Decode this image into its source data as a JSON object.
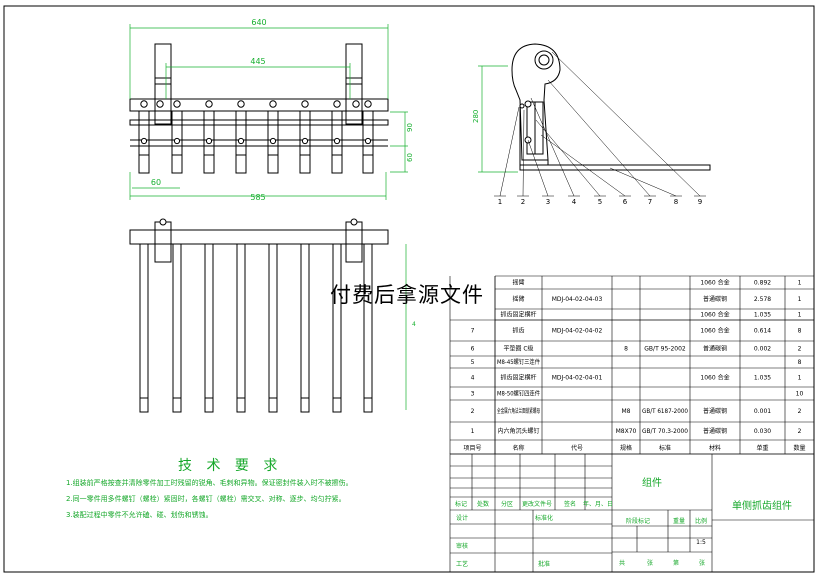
{
  "dims": {
    "overall_width": "640",
    "inner_width": "445",
    "upper_height": "90",
    "lower_height": "60",
    "left_offset": "60",
    "bottom_width": "585",
    "side_height": "280",
    "plan_height": "4"
  },
  "balloons": [
    "1",
    "2",
    "3",
    "4",
    "5",
    "6",
    "7",
    "8",
    "9"
  ],
  "watermark": "付费后拿源文件",
  "requirements": {
    "title": "技 术 要 求",
    "lines": [
      "1.组装前严格按查并清除零件加工时残留的锐角、毛刺和异物。保证密封件装入时不被擦伤。",
      "2.同一零件用多件螺钉（螺栓）紧固时，各螺钉（螺栓）需交叉、对称、逐步、均匀拧紧。",
      "3.装配过程中零件不允许磕、碰、划伤和锈蚀。"
    ]
  },
  "bom": {
    "rows": [
      {
        "no": "",
        "name": "摇臂",
        "code": "",
        "spec": "",
        "std": "",
        "mat": "1060 合金",
        "wt": "0.892",
        "qty": "1"
      },
      {
        "no": "",
        "name": "摇臂",
        "code": "MDJ-04-02-04-03",
        "spec": "",
        "std": "",
        "mat": "普通碳钢",
        "wt": "2.578",
        "qty": "1"
      },
      {
        "no": "",
        "name": "抓齿固定横杆",
        "code": "",
        "spec": "",
        "std": "",
        "mat": "1060 合金",
        "wt": "1.035",
        "qty": "1"
      },
      {
        "no": "7",
        "name": "抓齿",
        "code": "MDJ-04-02-04-02",
        "spec": "",
        "std": "",
        "mat": "1060 合金",
        "wt": "0.614",
        "qty": "8"
      },
      {
        "no": "6",
        "name": "平垫圈 C级",
        "code": "",
        "spec": "8",
        "std": "GB/T 95-2002",
        "mat": "普通碳钢",
        "wt": "0.002",
        "qty": "2"
      },
      {
        "no": "5",
        "name": "M8-45螺钉三连件",
        "code": "",
        "spec": "",
        "std": "",
        "mat": "",
        "wt": "",
        "qty": "8"
      },
      {
        "no": "4",
        "name": "抓齿固定横杆",
        "code": "MDJ-04-02-04-01",
        "spec": "",
        "std": "",
        "mat": "1060 合金",
        "wt": "1.035",
        "qty": "1"
      },
      {
        "no": "3",
        "name": "M8-50螺钉四连件",
        "code": "",
        "spec": "",
        "std": "",
        "mat": "",
        "wt": "",
        "qty": "10"
      },
      {
        "no": "2",
        "name": "全金属六角法兰面锁紧螺母",
        "code": "",
        "spec": "M8",
        "std": "GB/T 6187-2000",
        "mat": "普通碳钢",
        "wt": "0.001",
        "qty": "2"
      },
      {
        "no": "1",
        "name": "内六角沉头螺钉",
        "code": "",
        "spec": "M8X70",
        "std": "GB/T 70.3-2000",
        "mat": "普通碳钢",
        "wt": "0.030",
        "qty": "2"
      }
    ],
    "header": {
      "no": "项目号",
      "name": "名称",
      "code": "代号",
      "spec": "规格",
      "std": "标准",
      "mat": "材料",
      "wt": "单重",
      "qty": "数量"
    }
  },
  "titleblock": {
    "assembly": "组件",
    "drawing_name": "单侧抓齿组件",
    "rev_labels": [
      "标记",
      "处数",
      "分区",
      "更改文件号",
      "签名",
      "年、月、日"
    ],
    "design": "设计",
    "standardize": "标准化",
    "review": "审核",
    "process": "工艺",
    "approve": "批准",
    "stage_mark": "阶段标记",
    "weight": "重量",
    "scale_label": "比例",
    "scale": "1:5",
    "sheet_labels": [
      "共",
      "张",
      "第",
      "张"
    ]
  },
  "colors": {
    "dim": "#18b030",
    "line": "#000000",
    "text_green": "#16a82a"
  }
}
